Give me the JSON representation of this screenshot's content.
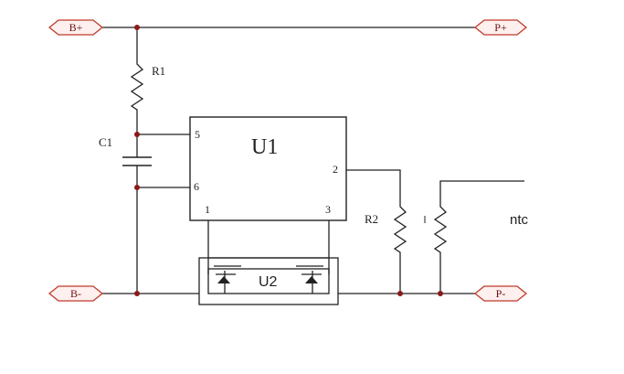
{
  "connectors": {
    "b_plus": "B+",
    "p_plus": "P+",
    "b_minus": "B-",
    "p_minus": "P-"
  },
  "components": {
    "r1": "R1",
    "c1": "C1",
    "u1": "U1",
    "u2": "U2",
    "r2": "R2",
    "ntc": "ntc"
  },
  "pins": {
    "p5": "5",
    "p6": "6",
    "p2": "2",
    "p1": "1",
    "p3": "3"
  },
  "colors": {
    "wire": "#222222",
    "connector_stroke": "#c0392b",
    "connector_fill": "#fdf0ee",
    "junction": "#8b1a1a"
  }
}
